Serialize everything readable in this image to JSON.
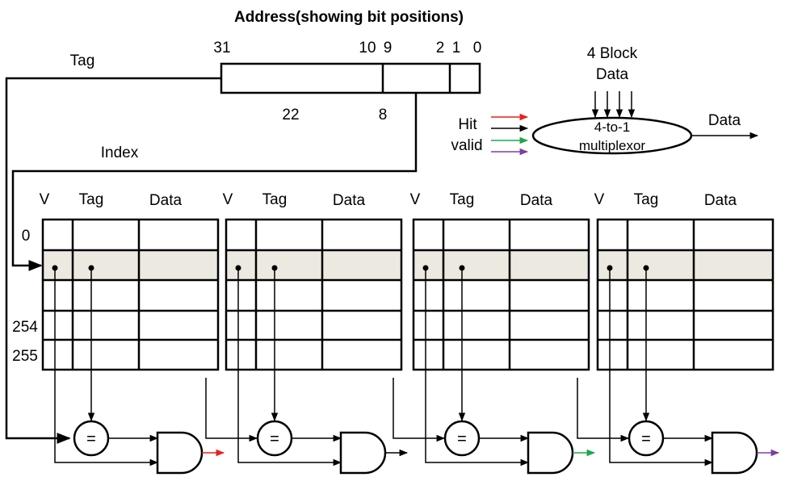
{
  "title": "Address(showing bit positions)",
  "address": {
    "bit_31": "31",
    "bit_10": "10",
    "bit_9": "9",
    "bit_2": "2",
    "bit_1": "1",
    "bit_0": "0",
    "tag_width": "22",
    "index_width": "8"
  },
  "labels": {
    "tag": "Tag",
    "index": "Index",
    "row_0": "0",
    "row_254": "254",
    "row_255": "255",
    "block_data_line1": "4 Block",
    "block_data_line2": "Data",
    "hit": "Hit",
    "valid": "valid",
    "output_data": "Data"
  },
  "mux": {
    "line1": "4-to-1",
    "line2": "multiplexor"
  },
  "ways": [
    {
      "col_v": "V",
      "col_tag": "Tag",
      "col_data": "Data",
      "comparator": "=",
      "hit_color": "#e8211d"
    },
    {
      "col_v": "V",
      "col_tag": "Tag",
      "col_data": "Data",
      "comparator": "=",
      "hit_color": "#000000"
    },
    {
      "col_v": "V",
      "col_tag": "Tag",
      "col_data": "Data",
      "comparator": "=",
      "hit_color": "#1aa84b"
    },
    {
      "col_v": "V",
      "col_tag": "Tag",
      "col_data": "Data",
      "comparator": "=",
      "hit_color": "#7b3fa0"
    }
  ],
  "colors": {
    "highlight_row": "#ece9e0",
    "red": "#e8211d",
    "black": "#000000",
    "green": "#1aa84b",
    "purple": "#7b3fa0"
  }
}
